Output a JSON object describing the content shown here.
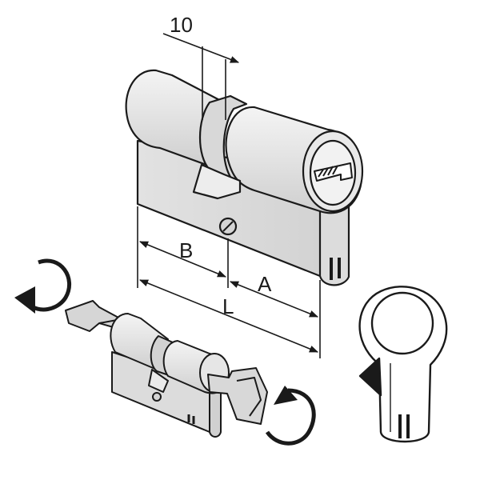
{
  "dimensions": {
    "offset_label": "10",
    "b_label": "B",
    "a_label": "A",
    "l_label": "L"
  },
  "colors": {
    "stroke": "#1a1a1a",
    "body_fill": "#e6e6e6",
    "shade_fill": "#cfcfcf",
    "highlight_fill": "#f7f7f7"
  }
}
